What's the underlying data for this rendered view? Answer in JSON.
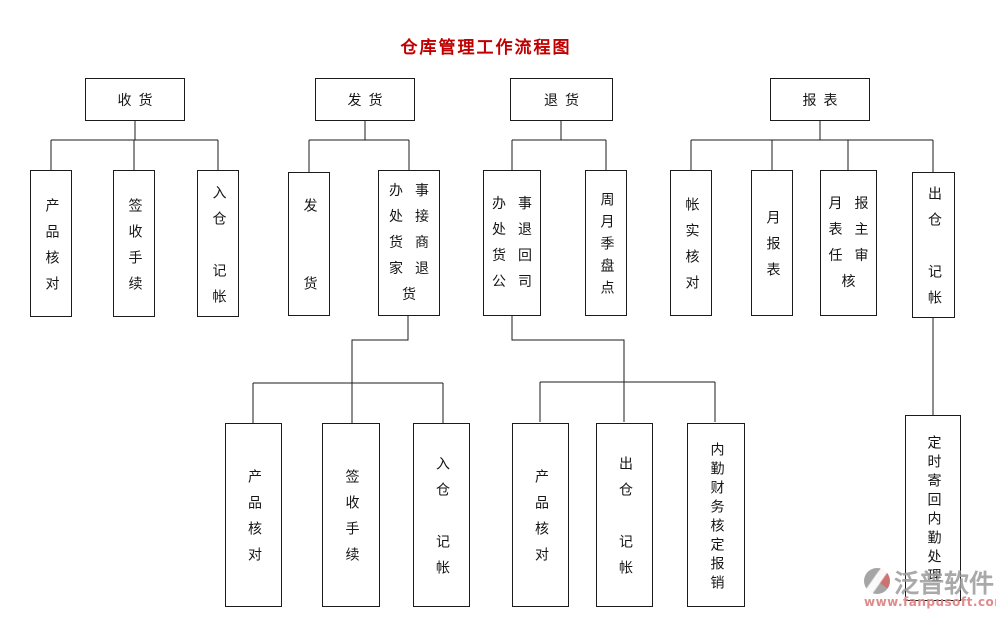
{
  "title": {
    "text": "仓库管理工作流程图",
    "color": "#c00000"
  },
  "tree": {
    "shouhuo": {
      "label": "收货",
      "children": [
        {
          "label": "产品核对"
        },
        {
          "label": "签收手续"
        },
        {
          "label": "入仓　记帐"
        }
      ]
    },
    "fahuo": {
      "label": "发货",
      "children": [
        {
          "label": "发　　货"
        },
        {
          "label": "办事\n处接\n货商\n家退\n货",
          "children": [
            {
              "label": "产品核对"
            },
            {
              "label": "签收手续"
            },
            {
              "label": "入仓　记帐"
            }
          ]
        }
      ]
    },
    "tuihuo": {
      "label": "退货",
      "children": [
        {
          "label": "办事\n处退\n货回\n公司",
          "children": [
            {
              "label": "产品核对"
            },
            {
              "label": "出仓　记帐"
            },
            {
              "label": "内勤财务核定报销"
            }
          ]
        },
        {
          "label": "周月季盘点"
        }
      ]
    },
    "baobiao": {
      "label": "报表",
      "children": [
        {
          "label": "帐实核对"
        },
        {
          "label": "月报表"
        },
        {
          "label": "月报\n表主\n任审\n核"
        },
        {
          "label": "出仓　记帐",
          "children": [
            {
              "label": "定时寄回内勤处理"
            }
          ]
        }
      ]
    }
  },
  "watermark": {
    "brand": "泛普软件",
    "url": "www.fanpusoft.com",
    "brand_color": "#9b9b9b",
    "url_color": "#e08a8a",
    "logo_red": "#c0504d",
    "logo_gray": "#8f8f8f"
  }
}
